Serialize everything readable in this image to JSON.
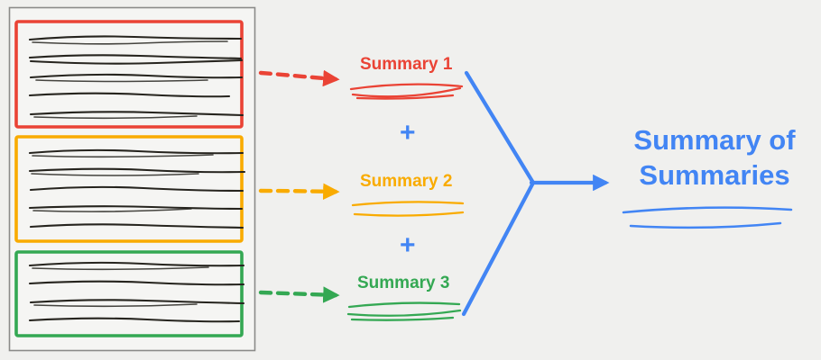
{
  "diagram": {
    "background_color": "#f0f0ee",
    "ink_color": "#26241e",
    "colors": {
      "red": "#EA4335",
      "orange": "#F9AB00",
      "green": "#34A853",
      "blue": "#4285F4"
    },
    "document": {
      "sections": [
        {
          "name": "section-1",
          "color": "#EA4335",
          "text_lines": 5
        },
        {
          "name": "section-2",
          "color": "#F9AB00",
          "text_lines": 5
        },
        {
          "name": "section-3",
          "color": "#34A853",
          "text_lines": 4
        }
      ]
    },
    "summaries": [
      {
        "label": "Summary 1",
        "color": "#EA4335"
      },
      {
        "label": "Summary 2",
        "color": "#F9AB00"
      },
      {
        "label": "Summary 3",
        "color": "#34A853"
      }
    ],
    "plus_sign": "+",
    "result": {
      "line1": "Summary of",
      "line2": "Summaries",
      "color": "#4285F4"
    }
  }
}
